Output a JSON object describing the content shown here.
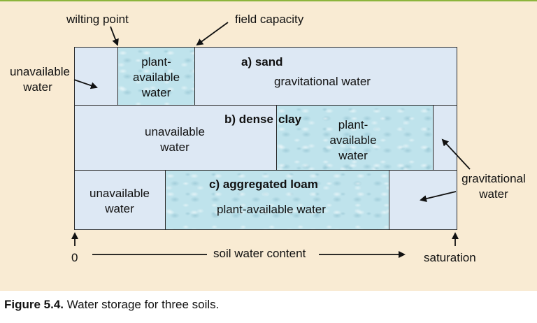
{
  "labels": {
    "wilting_point": "wilting point",
    "field_capacity": "field capacity",
    "unavailable_water_left_1": "unavailable",
    "unavailable_water_left_2": "water",
    "gravitational_right_1": "gravitational",
    "gravitational_right_2": "water",
    "axis_zero": "0",
    "axis_label": "soil water content",
    "axis_saturation": "saturation"
  },
  "sand": {
    "title": "a) sand",
    "plant_available_1": "plant-",
    "plant_available_2": "available",
    "plant_available_3": "water",
    "gravitational": "gravitational water"
  },
  "clay": {
    "title_a": "b) dense",
    "title_b": "clay",
    "unavailable_1": "unavailable",
    "unavailable_2": "water",
    "plant_available_1": "plant-",
    "plant_available_2": "available",
    "plant_available_3": "water"
  },
  "loam": {
    "title": "c) aggregated loam",
    "unavailable_1": "unavailable",
    "unavailable_2": "water",
    "plant_available": "plant-available water"
  },
  "caption": {
    "prefix": "Figure 5.4.",
    "text": " Water storage for three soils."
  },
  "colors": {
    "background": "#f9ebd3",
    "unavailable_fill": "#dde8f4",
    "water_fill": "#bfe3ec",
    "top_rule": "#8cb43c"
  }
}
